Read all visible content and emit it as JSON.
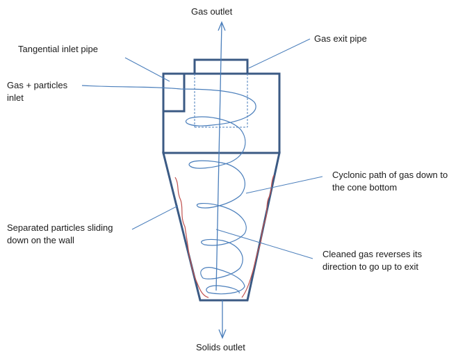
{
  "labels": {
    "gas_outlet": "Gas outlet",
    "gas_exit_pipe": "Gas exit pipe",
    "tangential_inlet_pipe": "Tangential inlet pipe",
    "gas_particles_inlet_line1": "Gas + particles",
    "gas_particles_inlet_line2": "inlet",
    "cyclonic_path_line1": "Cyclonic path of gas down to",
    "cyclonic_path_line2": "the cone  bottom",
    "separated_particles_line1": "Separated particles sliding",
    "separated_particles_line2": "down on the wall",
    "cleaned_gas_line1": "Cleaned gas reverses its",
    "cleaned_gas_line2": "direction to go up to exit",
    "solids_outlet": "Solids outlet"
  },
  "colors": {
    "body_outline": "#3b5a84",
    "gas_path": "#4a7ebb",
    "leader_line": "#4a7ebb",
    "particles": "#c0504d",
    "label_text": "#1a1a1a"
  }
}
